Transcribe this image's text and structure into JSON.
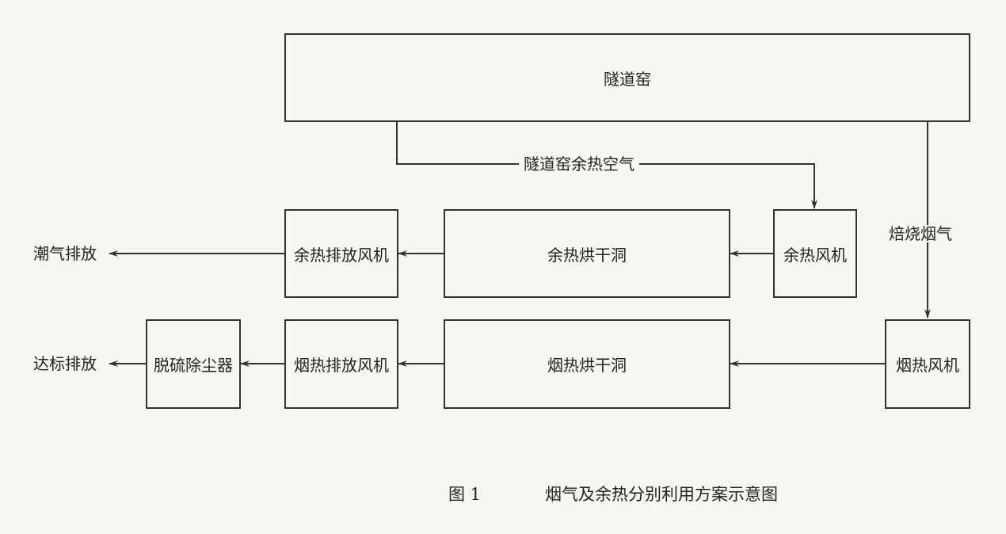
{
  "nodes": {
    "tunnel_kiln": "隧道窑",
    "waste_heat_fan": "余热风机",
    "waste_heat_dryer": "余热烘干洞",
    "waste_heat_exhaust_fan": "余热排放风机",
    "flue_fan": "烟热风机",
    "flue_dryer": "烟热烘干洞",
    "flue_exhaust_fan": "烟热排放风机",
    "desulfurizer": "脱硫除尘器"
  },
  "edge_labels": {
    "kiln_waste_air": "隧道窑余热空气",
    "roasting_flue_gas": "焙烧烟气",
    "moist_exhaust": "潮气排放",
    "compliant_exhaust": "达标排放"
  },
  "caption": {
    "figure_no": "图 1",
    "title": "烟气及余热分别利用方案示意图"
  },
  "colors": {
    "line": "#333333",
    "background": "#f6f6f3"
  }
}
